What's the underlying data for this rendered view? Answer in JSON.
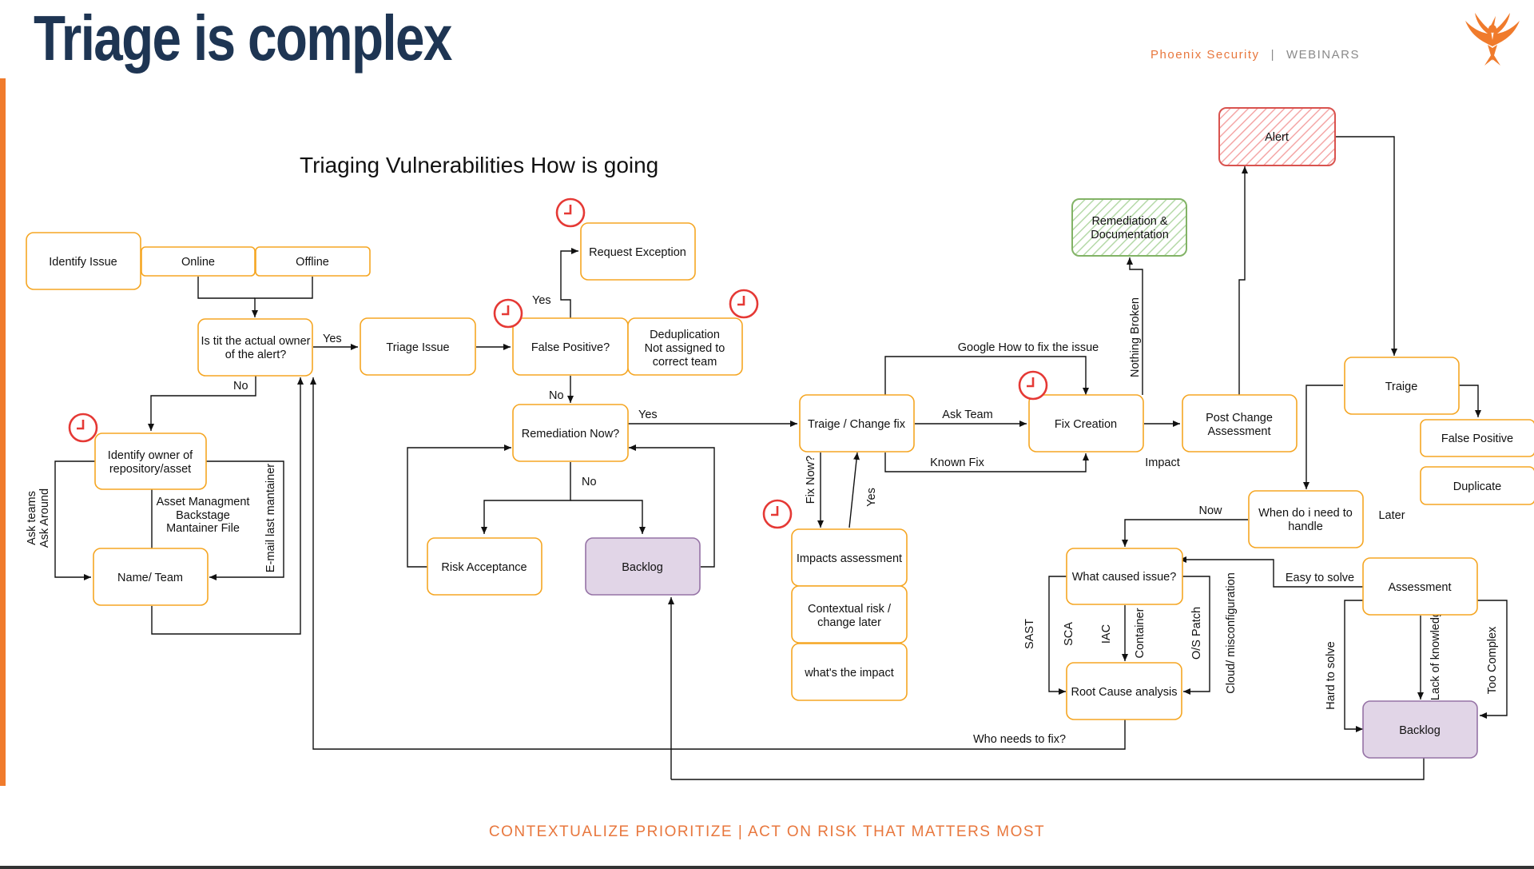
{
  "header": {
    "title": "Triage is complex",
    "brand": "Phoenix Security",
    "separator": "|",
    "section": "WEBINARS"
  },
  "footer": {
    "tagline": "CONTEXTUALIZE PRIORITIZE |  ACT ON RISK THAT MATTERS MOST"
  },
  "colors": {
    "accent": "#f07b2c",
    "title": "#1e3553",
    "node_border": "#f5a623",
    "alert_fill": "#f8d7da",
    "alert_border": "#d9534f",
    "doc_fill": "#d5e8d4",
    "doc_border": "#82b366",
    "backlog_fill": "#e1d5e7",
    "backlog_border": "#9673a6",
    "clock": "#e53935"
  },
  "diagram": {
    "title": "Triaging Vulnerabilities How is going",
    "nodes": {
      "identify_issue": "Identify Issue",
      "online": "Online",
      "offline": "Offline",
      "owner_q": [
        "Is tit the actual owner",
        "of the alert?"
      ],
      "identify_owner": [
        "Identify owner of",
        "repository/asset"
      ],
      "name_team": "Name/ Team",
      "triage_issue": "Triage Issue",
      "false_positive_q": "False Positive?",
      "request_exception": "Request Exception",
      "dedup": [
        "Deduplication",
        "Not assigned to",
        "correct team"
      ],
      "remediation_now": "Remediation Now?",
      "risk_acceptance": "Risk Acceptance",
      "backlog_left": "Backlog",
      "triage_change_fix": "Traige / Change fix",
      "impacts_assessment": "Impacts assessment",
      "contextual_risk": [
        "Contextual risk /",
        "change later"
      ],
      "whats_impact": "what's the impact",
      "fix_creation": "Fix Creation",
      "remediation_doc": [
        "Remediation &",
        "Documentation"
      ],
      "post_change": [
        "Post Change",
        "Assessment"
      ],
      "alert": "Alert",
      "triage_right": "Traige",
      "false_positive": "False Positive",
      "duplicate": "Duplicate",
      "when_handle": [
        "When do i need to",
        "handle"
      ],
      "what_caused": "What caused issue?",
      "root_cause": "Root Cause analysis",
      "assessment": "Assessment",
      "backlog_right": "Backlog"
    },
    "edge_labels": {
      "yes_owner": "Yes",
      "no_owner": "No",
      "yes_fp": "Yes",
      "no_fp": "No",
      "yes_remediation": "Yes",
      "no_remediation": "No",
      "asset_mgmt": [
        "Asset Managment",
        "Backstage",
        "Mantainer File"
      ],
      "ask_teams": [
        "Ask teams",
        "Ask Around"
      ],
      "email_maintainer": "E-mail last mantainer",
      "google_fix": "Google How to fix the issue",
      "ask_team": "Ask Team",
      "known_fix": "Known Fix",
      "fix_now": "Fix Now?",
      "yes_fix": "Yes",
      "nothing_broken": "Nothing Broken",
      "impact": "Impact",
      "now": "Now",
      "later": "Later",
      "easy_to_solve": "Easy to solve",
      "sast": "SAST",
      "sca": "SCA",
      "iac": "IAC",
      "container": "Container",
      "os_patch": "O/S Patch",
      "cloud_misconfig": "Cloud/ misconfiguration",
      "hard_to_solve": "Hard to solve",
      "lack_of_knowledge": "Lack of knowledge",
      "too_complex": "Too Complex",
      "who_needs_fix": "Who needs to fix?"
    }
  }
}
